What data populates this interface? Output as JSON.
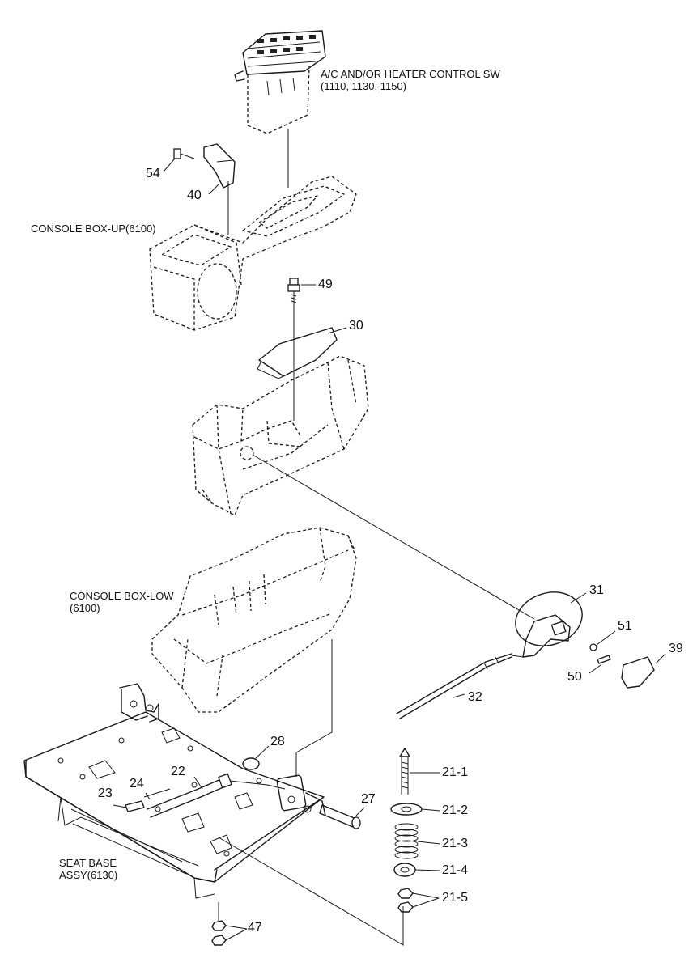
{
  "captions": {
    "ac_switch_line1": "A/C AND/OR HEATER CONTROL SW",
    "ac_switch_line2": "(1110, 1130, 1150)",
    "console_box_up": "CONSOLE BOX-UP(6100)",
    "console_box_low_line1": "CONSOLE BOX-LOW",
    "console_box_low_line2": "(6100)",
    "seat_base_line1": "SEAT BASE",
    "seat_base_line2": "ASSY(6130)"
  },
  "part_numbers": {
    "p54": "54",
    "p40": "40",
    "p49": "49",
    "p30": "30",
    "p31": "31",
    "p51": "51",
    "p39": "39",
    "p50": "50",
    "p32": "32",
    "p28": "28",
    "p22": "22",
    "p24": "24",
    "p23": "23",
    "p27": "27",
    "p21_1": "21-1",
    "p21_2": "21-2",
    "p21_3": "21-3",
    "p21_4": "21-4",
    "p21_5": "21-5",
    "p47": "47"
  },
  "colors": {
    "line": "#1a1a1a",
    "background": "#ffffff"
  }
}
